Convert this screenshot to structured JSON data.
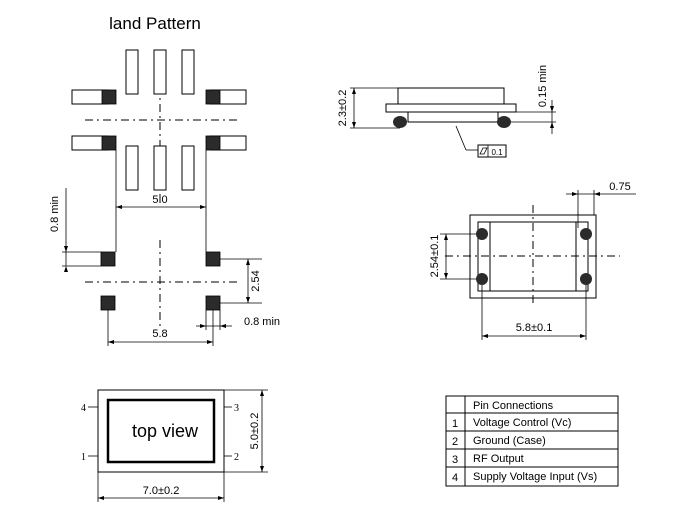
{
  "land_pattern": {
    "title": "land Pattern",
    "dim_5_0": "5.0",
    "dim_0_8_min_left": "0.8 min",
    "dim_2_54": "2.54",
    "dim_0_8_min_bottom": "0.8 min",
    "dim_5_8": "5.8"
  },
  "side_view": {
    "dim_height": "2.3±0.2",
    "dim_standoff": "0.15 min",
    "flatness": "0.1"
  },
  "bottom_view": {
    "dim_pad": "0.75",
    "dim_pitch_v": "2.54±0.1",
    "dim_pitch_h": "5.8±0.1"
  },
  "top_view": {
    "label": "top view",
    "pin_1": "1",
    "pin_2": "2",
    "pin_3": "3",
    "pin_4": "4",
    "dim_width": "7.0±0.2",
    "dim_height": "5.0±0.2"
  },
  "pin_table": {
    "header": "Pin Connections",
    "rows": [
      {
        "num": "1",
        "name": "Voltage Control (Vc)"
      },
      {
        "num": "2",
        "name": "Ground (Case)"
      },
      {
        "num": "3",
        "name": "RF Output"
      },
      {
        "num": "4",
        "name": "Supply Voltage Input (Vs)"
      }
    ]
  }
}
